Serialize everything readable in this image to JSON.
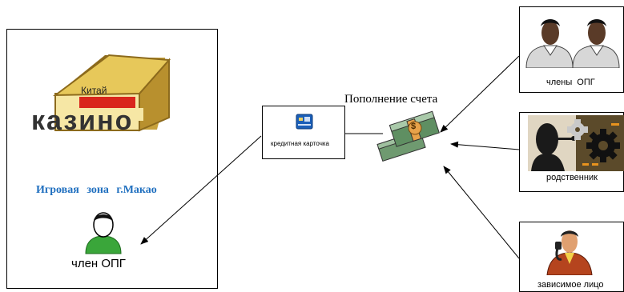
{
  "casino": {
    "sign_text": "Китай",
    "title": "казино",
    "zone_label": "Игровая зона г.Макао",
    "player_label": "член ОПГ"
  },
  "card": {
    "label": "кредитная карточка"
  },
  "money": {
    "label": "Пополнение счета",
    "coin_symbol": "$"
  },
  "sources": {
    "members": "члены ОПГ",
    "relative": "родственник",
    "dependent": "зависимое лицо"
  },
  "colors": {
    "zone_text": "#1f6fbf",
    "person_green": "#3aa63a",
    "house_gold": "#e7c85a",
    "sign_red": "#d9261c",
    "bill_green": "#7faa7f"
  }
}
